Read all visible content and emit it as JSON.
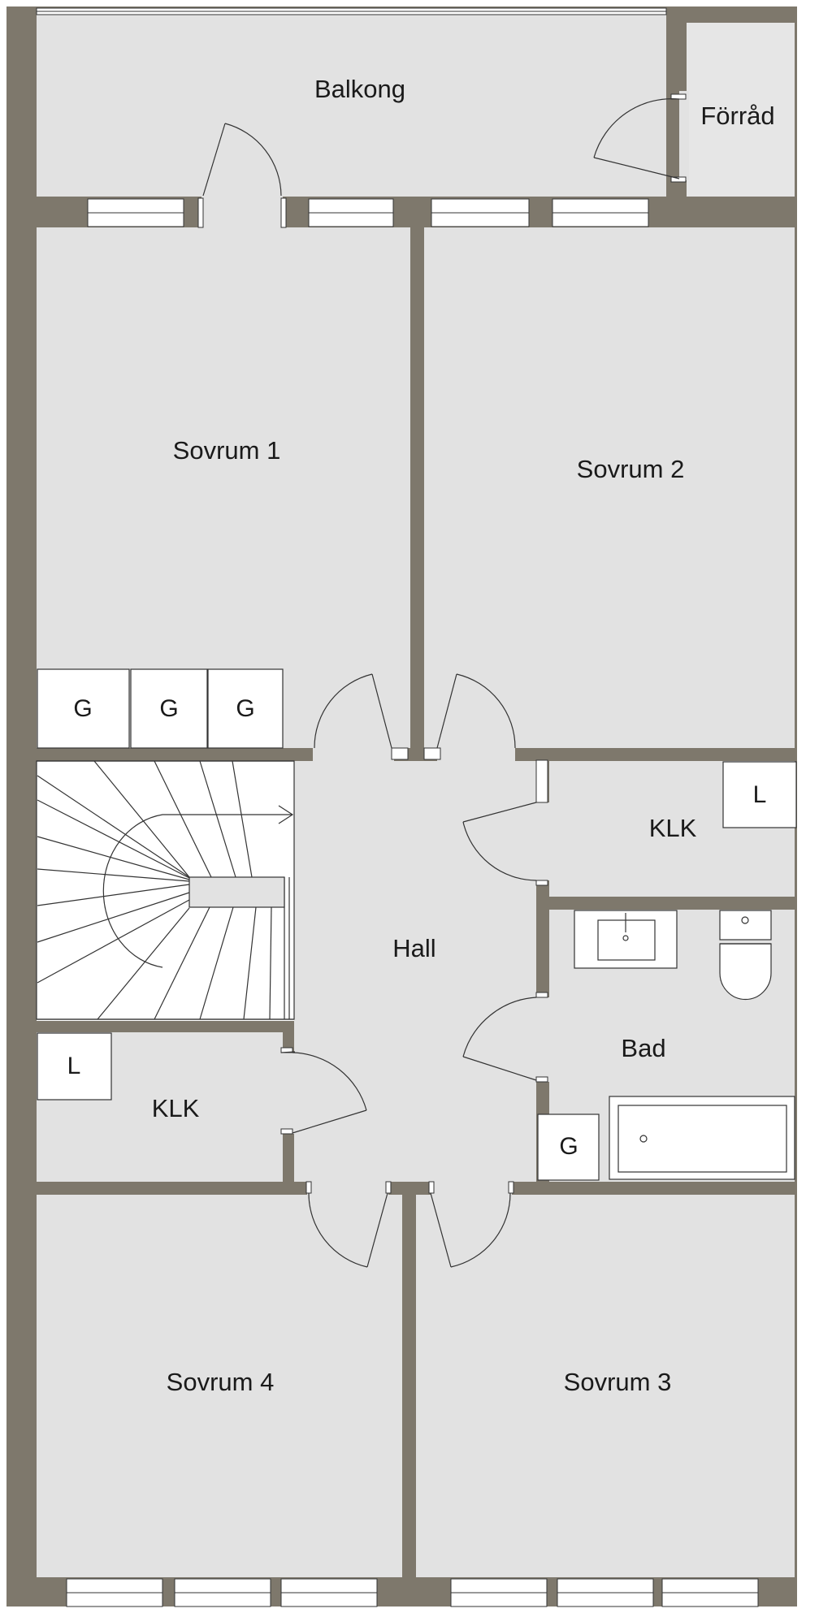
{
  "colors": {
    "wall": "#7e786c",
    "floor": "#e2e2e2",
    "storage_floor": "#e6e6e6",
    "line": "#333333",
    "fixture": "#ffffff"
  },
  "rooms": {
    "balkong": "Balkong",
    "forrad": "Förråd",
    "sovrum1": "Sovrum 1",
    "sovrum2": "Sovrum 2",
    "klk_right": "KLK",
    "hall": "Hall",
    "bad": "Bad",
    "klk_left": "KLK",
    "sovrum4": "Sovrum 4",
    "sovrum3": "Sovrum 3"
  },
  "fixtures": {
    "wardrobe_1": "G",
    "wardrobe_2": "G",
    "wardrobe_3": "G",
    "linen_right": "L",
    "linen_left": "L",
    "wardrobe_bath": "G"
  }
}
